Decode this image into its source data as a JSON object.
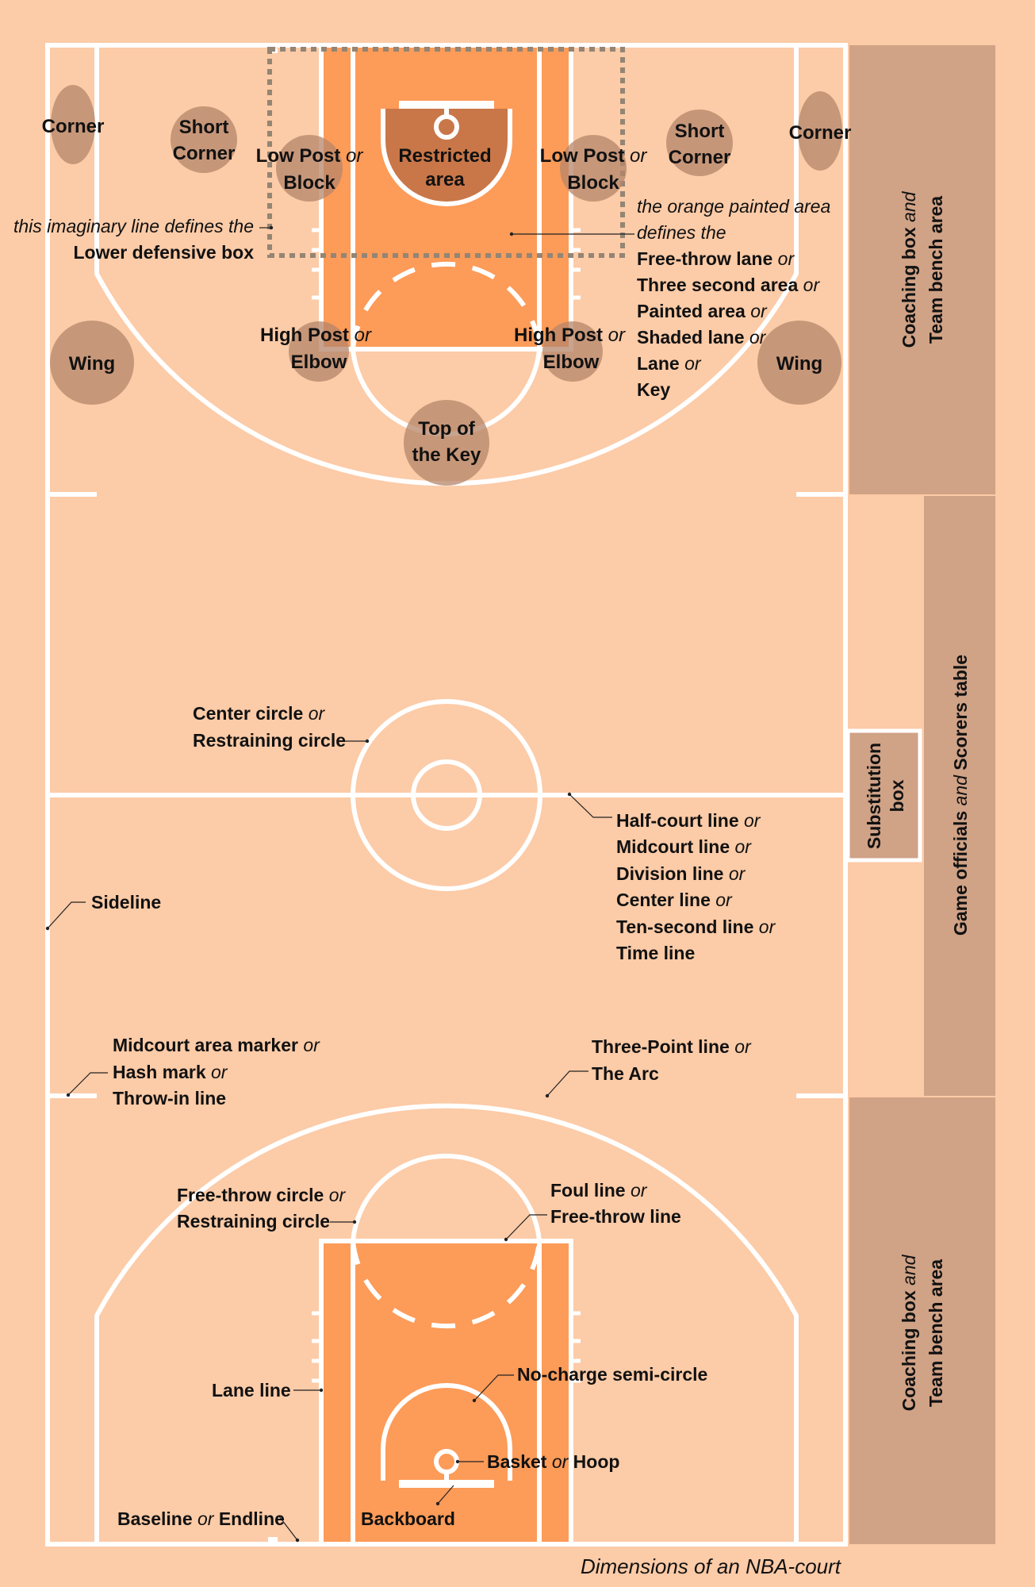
{
  "colors": {
    "background": "#fccba7",
    "paint": "#fd9b58",
    "restricted": "#c97748",
    "lines": "#ffffff",
    "position_spot": "#b5856a",
    "side_area": "#d0a286",
    "dotted_box": "#948574"
  },
  "positions": {
    "corner_left": "Corner",
    "short_corner_left": [
      "Short",
      "Corner"
    ],
    "low_post_left": {
      "a": "Low Post",
      "or": "or",
      "b": "Block"
    },
    "restricted_area": [
      "Restricted",
      "area"
    ],
    "low_post_right": {
      "a": "Low Post",
      "or": "or",
      "b": "Block"
    },
    "short_corner_right": [
      "Short",
      "Corner"
    ],
    "corner_right": "Corner",
    "wing_left": "Wing",
    "high_post_left": {
      "a": "High Post",
      "or": "or",
      "b": "Elbow"
    },
    "high_post_right": {
      "a": "High Post",
      "or": "or",
      "b": "Elbow"
    },
    "wing_right": "Wing",
    "top_of_key": [
      "Top of",
      "the Key"
    ]
  },
  "annotations": {
    "lower_defensive_box": {
      "line1": "this imaginary line defines the",
      "line2": "Lower defensive box"
    },
    "painted_area": {
      "intro1": "the orange painted area",
      "intro2": "defines the",
      "names": [
        "Free-throw lane",
        "Three second area",
        "Painted area",
        "Shaded lane",
        "Lane",
        "Key"
      ],
      "or": "or"
    },
    "center_circle": {
      "a": "Center circle",
      "or": "or",
      "b": "Restraining circle"
    },
    "half_court_line": {
      "names": [
        "Half-court line",
        "Midcourt line",
        "Division line",
        "Center line",
        "Ten-second line",
        "Time line"
      ],
      "or": "or"
    },
    "sideline": "Sideline",
    "hash_mark": {
      "names": [
        "Midcourt area marker",
        "Hash mark",
        "Throw-in line"
      ],
      "or": "or"
    },
    "three_point": {
      "a": "Three-Point line",
      "or": "or",
      "b": "The Arc"
    },
    "free_throw_circle": {
      "a": "Free-throw circle",
      "or": "or",
      "b": "Restraining circle"
    },
    "foul_line": {
      "a": "Foul line",
      "or": "or",
      "b": "Free-throw line"
    },
    "lane_line": "Lane line",
    "no_charge": "No-charge semi-circle",
    "basket": {
      "a": "Basket",
      "or": "or",
      "b": "Hoop"
    },
    "baseline": {
      "a": "Baseline",
      "or": "or",
      "b": "Endline"
    },
    "backboard": "Backboard"
  },
  "side_areas": {
    "coaching_top": {
      "a": "Coaching box",
      "and": "and",
      "b": "Team bench area"
    },
    "substitution": [
      "Substitution",
      "box"
    ],
    "officials": {
      "a": "Game officials",
      "and": "and",
      "b": "Scorers table"
    },
    "coaching_bottom": {
      "a": "Coaching box",
      "and": "and",
      "b": "Team bench area"
    }
  },
  "caption": "Dimensions of an NBA-court"
}
